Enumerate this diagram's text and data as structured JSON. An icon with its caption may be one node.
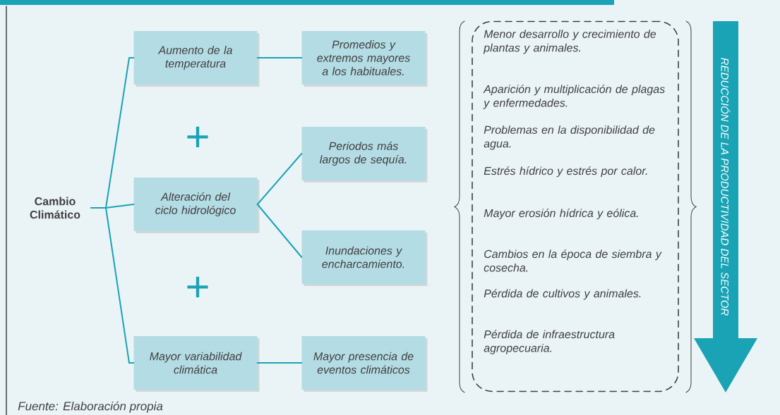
{
  "diagram": {
    "caption": "Fuente: Elaboración propia",
    "nodes": [
      {
        "text": [
          "Cambio Climático"
        ]
      },
      {
        "text": [
          "Aumento de la temperatura"
        ]
      },
      {
        "text": [
          "Alteración del ciclo hidrológico"
        ]
      },
      {
        "text": [
          "Mayor variabilidad climática"
        ]
      },
      {
        "text": [
          "Promedios y extremos mayores a los habituales."
        ]
      },
      {
        "text": [
          "Periodos más largos de sequía."
        ]
      },
      {
        "text": [
          "Inundaciones y encharcamiento."
        ]
      },
      {
        "text": [
          "Mayor presencia de eventos climáticos"
        ]
      },
      {
        "text": [
          "Menor desarrollo y crecimiento de plantas y animales.",
          "Aparición y multiplicación de plagas y enfermedades.",
          "Problemas en la disponibilidad de agua.",
          "Estrés hídrico y estrés por calor.",
          "Mayor erosión hídrica y eólica.",
          "Cambios en la época de siembra y cosecha.",
          "Pérdida de cultivos y animales.",
          "Pérdida de infraestructura agropecuaria."
        ]
      },
      {
        "text": [
          "REDUCCIÓN DE LA PRODUCTIVIDAD DEL SECTOR"
        ]
      }
    ],
    "edges": [
      {
        "from": 0,
        "to": 1,
        "arrow": "none"
      },
      {
        "from": 0,
        "to": 2,
        "arrow": "none"
      },
      {
        "from": 0,
        "to": 3,
        "arrow": "none"
      },
      {
        "from": 1,
        "to": 4,
        "arrow": "none"
      },
      {
        "from": 2,
        "to": 5,
        "arrow": "none"
      },
      {
        "from": 2,
        "to": 6,
        "arrow": "none"
      },
      {
        "from": 3,
        "to": 7,
        "arrow": "none"
      }
    ],
    "labels": [
      "+",
      "+"
    ]
  }
}
